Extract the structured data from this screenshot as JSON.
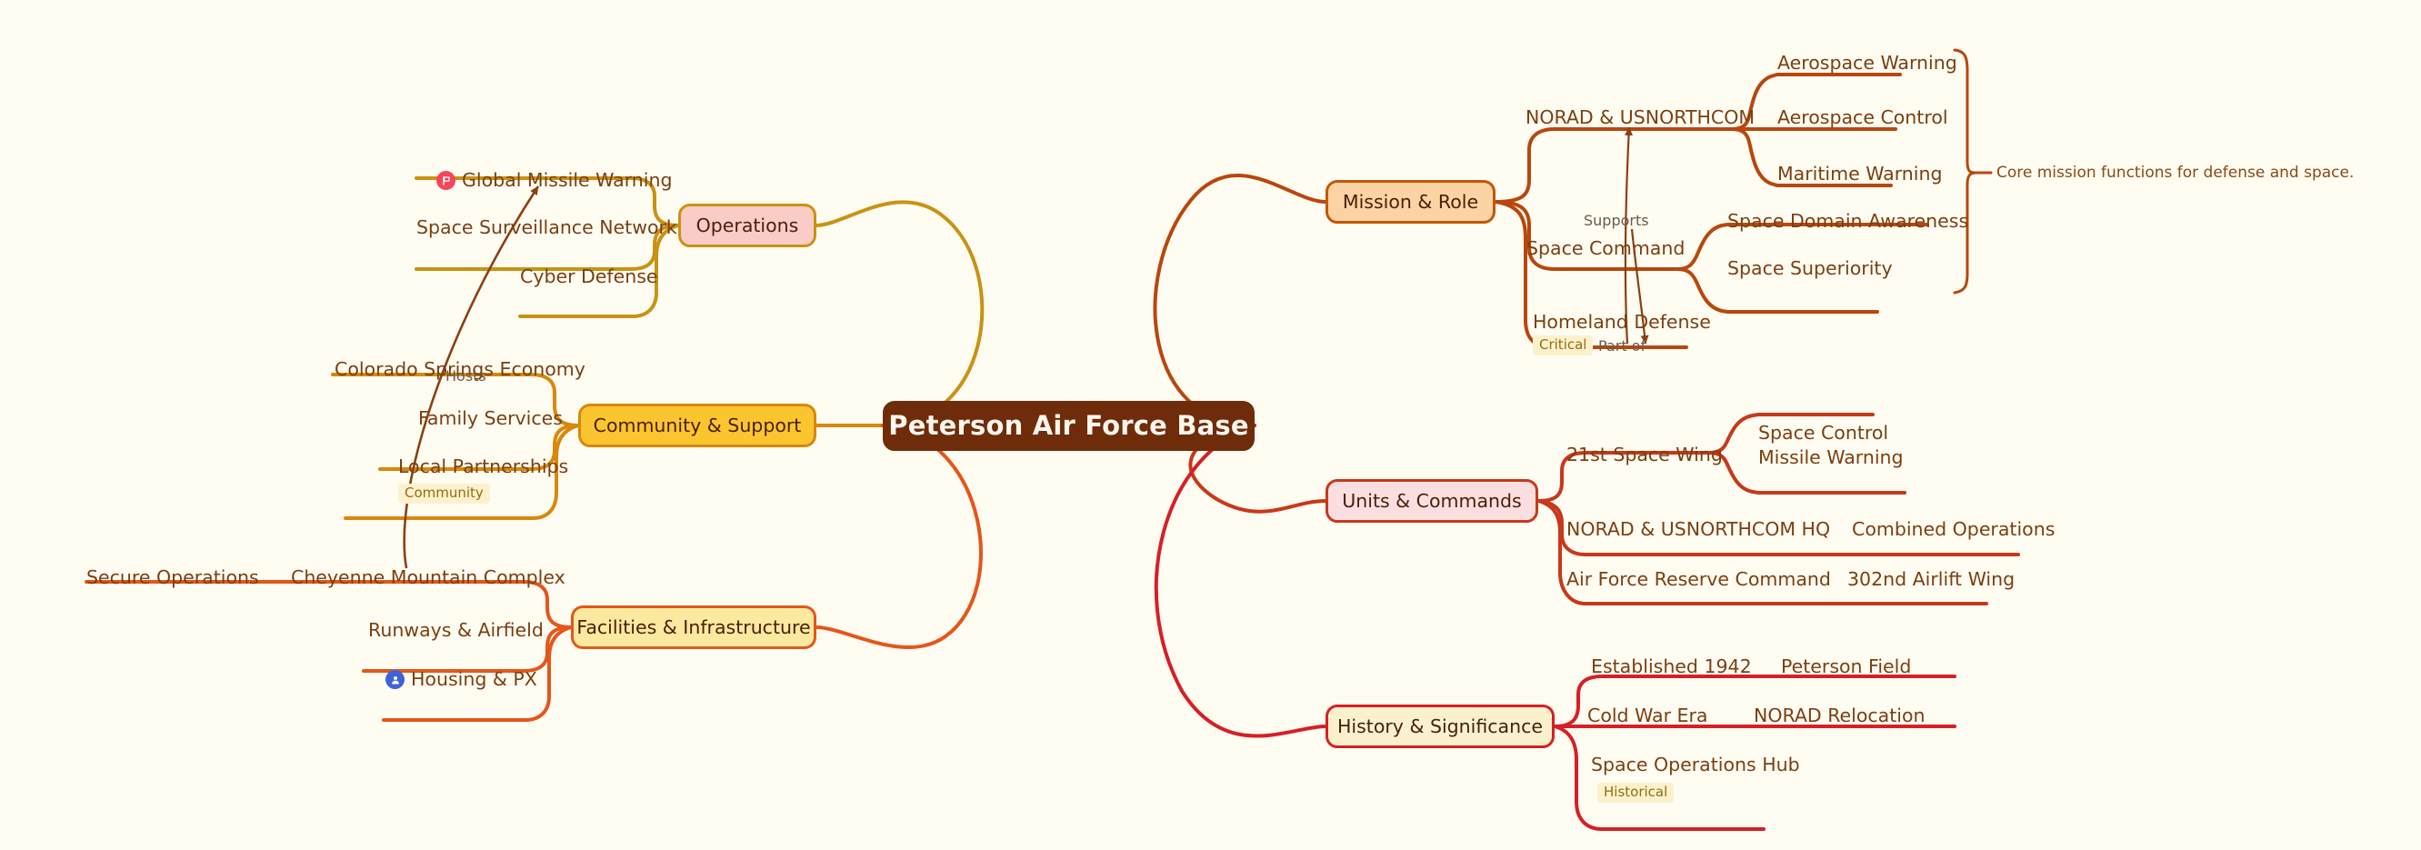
{
  "diagram": {
    "title": "Peterson Air Force Base",
    "type": "mindmap",
    "background_color": "#fffcf2"
  },
  "root": {
    "label": "Peterson Air Force Base",
    "fill": "#6e2c0a",
    "text_color": "#fdf6ec"
  },
  "branches": [
    {
      "id": "mission",
      "label": "Mission & Role",
      "side": "right",
      "fill": "#fbd3a4",
      "stroke": "#c25708",
      "children": [
        {
          "label": "NORAD & USNORTHCOM",
          "children": [
            {
              "label": "Aerospace Warning"
            },
            {
              "label": "Aerospace Control"
            },
            {
              "label": "Maritime Warning"
            }
          ]
        },
        {
          "label": "Space Command",
          "children": [
            {
              "label": "Space Domain Awareness"
            },
            {
              "label": "Space Superiority"
            }
          ]
        },
        {
          "label": "Homeland Defense",
          "badge": "Critical",
          "children": []
        }
      ]
    },
    {
      "id": "units",
      "label": "Units & Commands",
      "side": "right",
      "fill": "#fbdfe0",
      "stroke": "#c8381a",
      "children": [
        {
          "label": "21st Space Wing",
          "children": [
            {
              "label": "Space Control"
            },
            {
              "label": "Missile Warning"
            }
          ]
        },
        {
          "label": "NORAD & USNORTHCOM HQ",
          "children": [
            {
              "label": "Combined Operations"
            }
          ]
        },
        {
          "label": "Air Force Reserve Command",
          "children": [
            {
              "label": "302nd Airlift Wing"
            }
          ]
        }
      ]
    },
    {
      "id": "history",
      "label": "History & Significance",
      "side": "right",
      "fill": "#fbf2cd",
      "stroke": "#d61f26",
      "children": [
        {
          "label": "Established 1942",
          "children": [
            {
              "label": "Peterson Field"
            }
          ]
        },
        {
          "label": "Cold War Era",
          "children": [
            {
              "label": "NORAD Relocation"
            }
          ]
        },
        {
          "label": "Space Operations Hub",
          "badge": "Historical",
          "children": []
        }
      ]
    },
    {
      "id": "operations",
      "label": "Operations",
      "side": "left",
      "fill": "#fbcbc8",
      "stroke": "#c99212",
      "children": [
        {
          "label": "Global Missile Warning",
          "icon": "flag-icon",
          "children": []
        },
        {
          "label": "Space Surveillance Network",
          "children": []
        },
        {
          "label": "Cyber Defense",
          "children": []
        }
      ]
    },
    {
      "id": "community",
      "label": "Community & Support",
      "side": "left",
      "fill": "#fbc530",
      "stroke": "#d8880a",
      "children": [
        {
          "label": "Colorado Springs Economy",
          "children": []
        },
        {
          "label": "Family Services",
          "children": []
        },
        {
          "label": "Local Partnerships",
          "badge": "Community",
          "children": []
        }
      ]
    },
    {
      "id": "facilities",
      "label": "Facilities & Infrastructure",
      "side": "left",
      "fill": "#fbe9a0",
      "stroke": "#e4561a",
      "children": [
        {
          "label": "Cheyenne Mountain Complex",
          "children": [
            {
              "label": "Secure Operations"
            }
          ]
        },
        {
          "label": "Runways & Airfield",
          "children": []
        },
        {
          "label": "Housing & PX",
          "icon": "person-icon",
          "children": []
        }
      ]
    }
  ],
  "cross_links": [
    {
      "label": "Hosts",
      "from": "Cheyenne Mountain Complex",
      "to": "Global Missile Warning"
    },
    {
      "label": "Supports",
      "from": "Space Command",
      "to": "Homeland Defense"
    },
    {
      "label": "Part of",
      "from": "Homeland Defense",
      "to": "NORAD & USNORTHCOM"
    }
  ],
  "annotations": [
    {
      "id": "brace-note",
      "text": "Core mission functions for defense and space."
    }
  ]
}
